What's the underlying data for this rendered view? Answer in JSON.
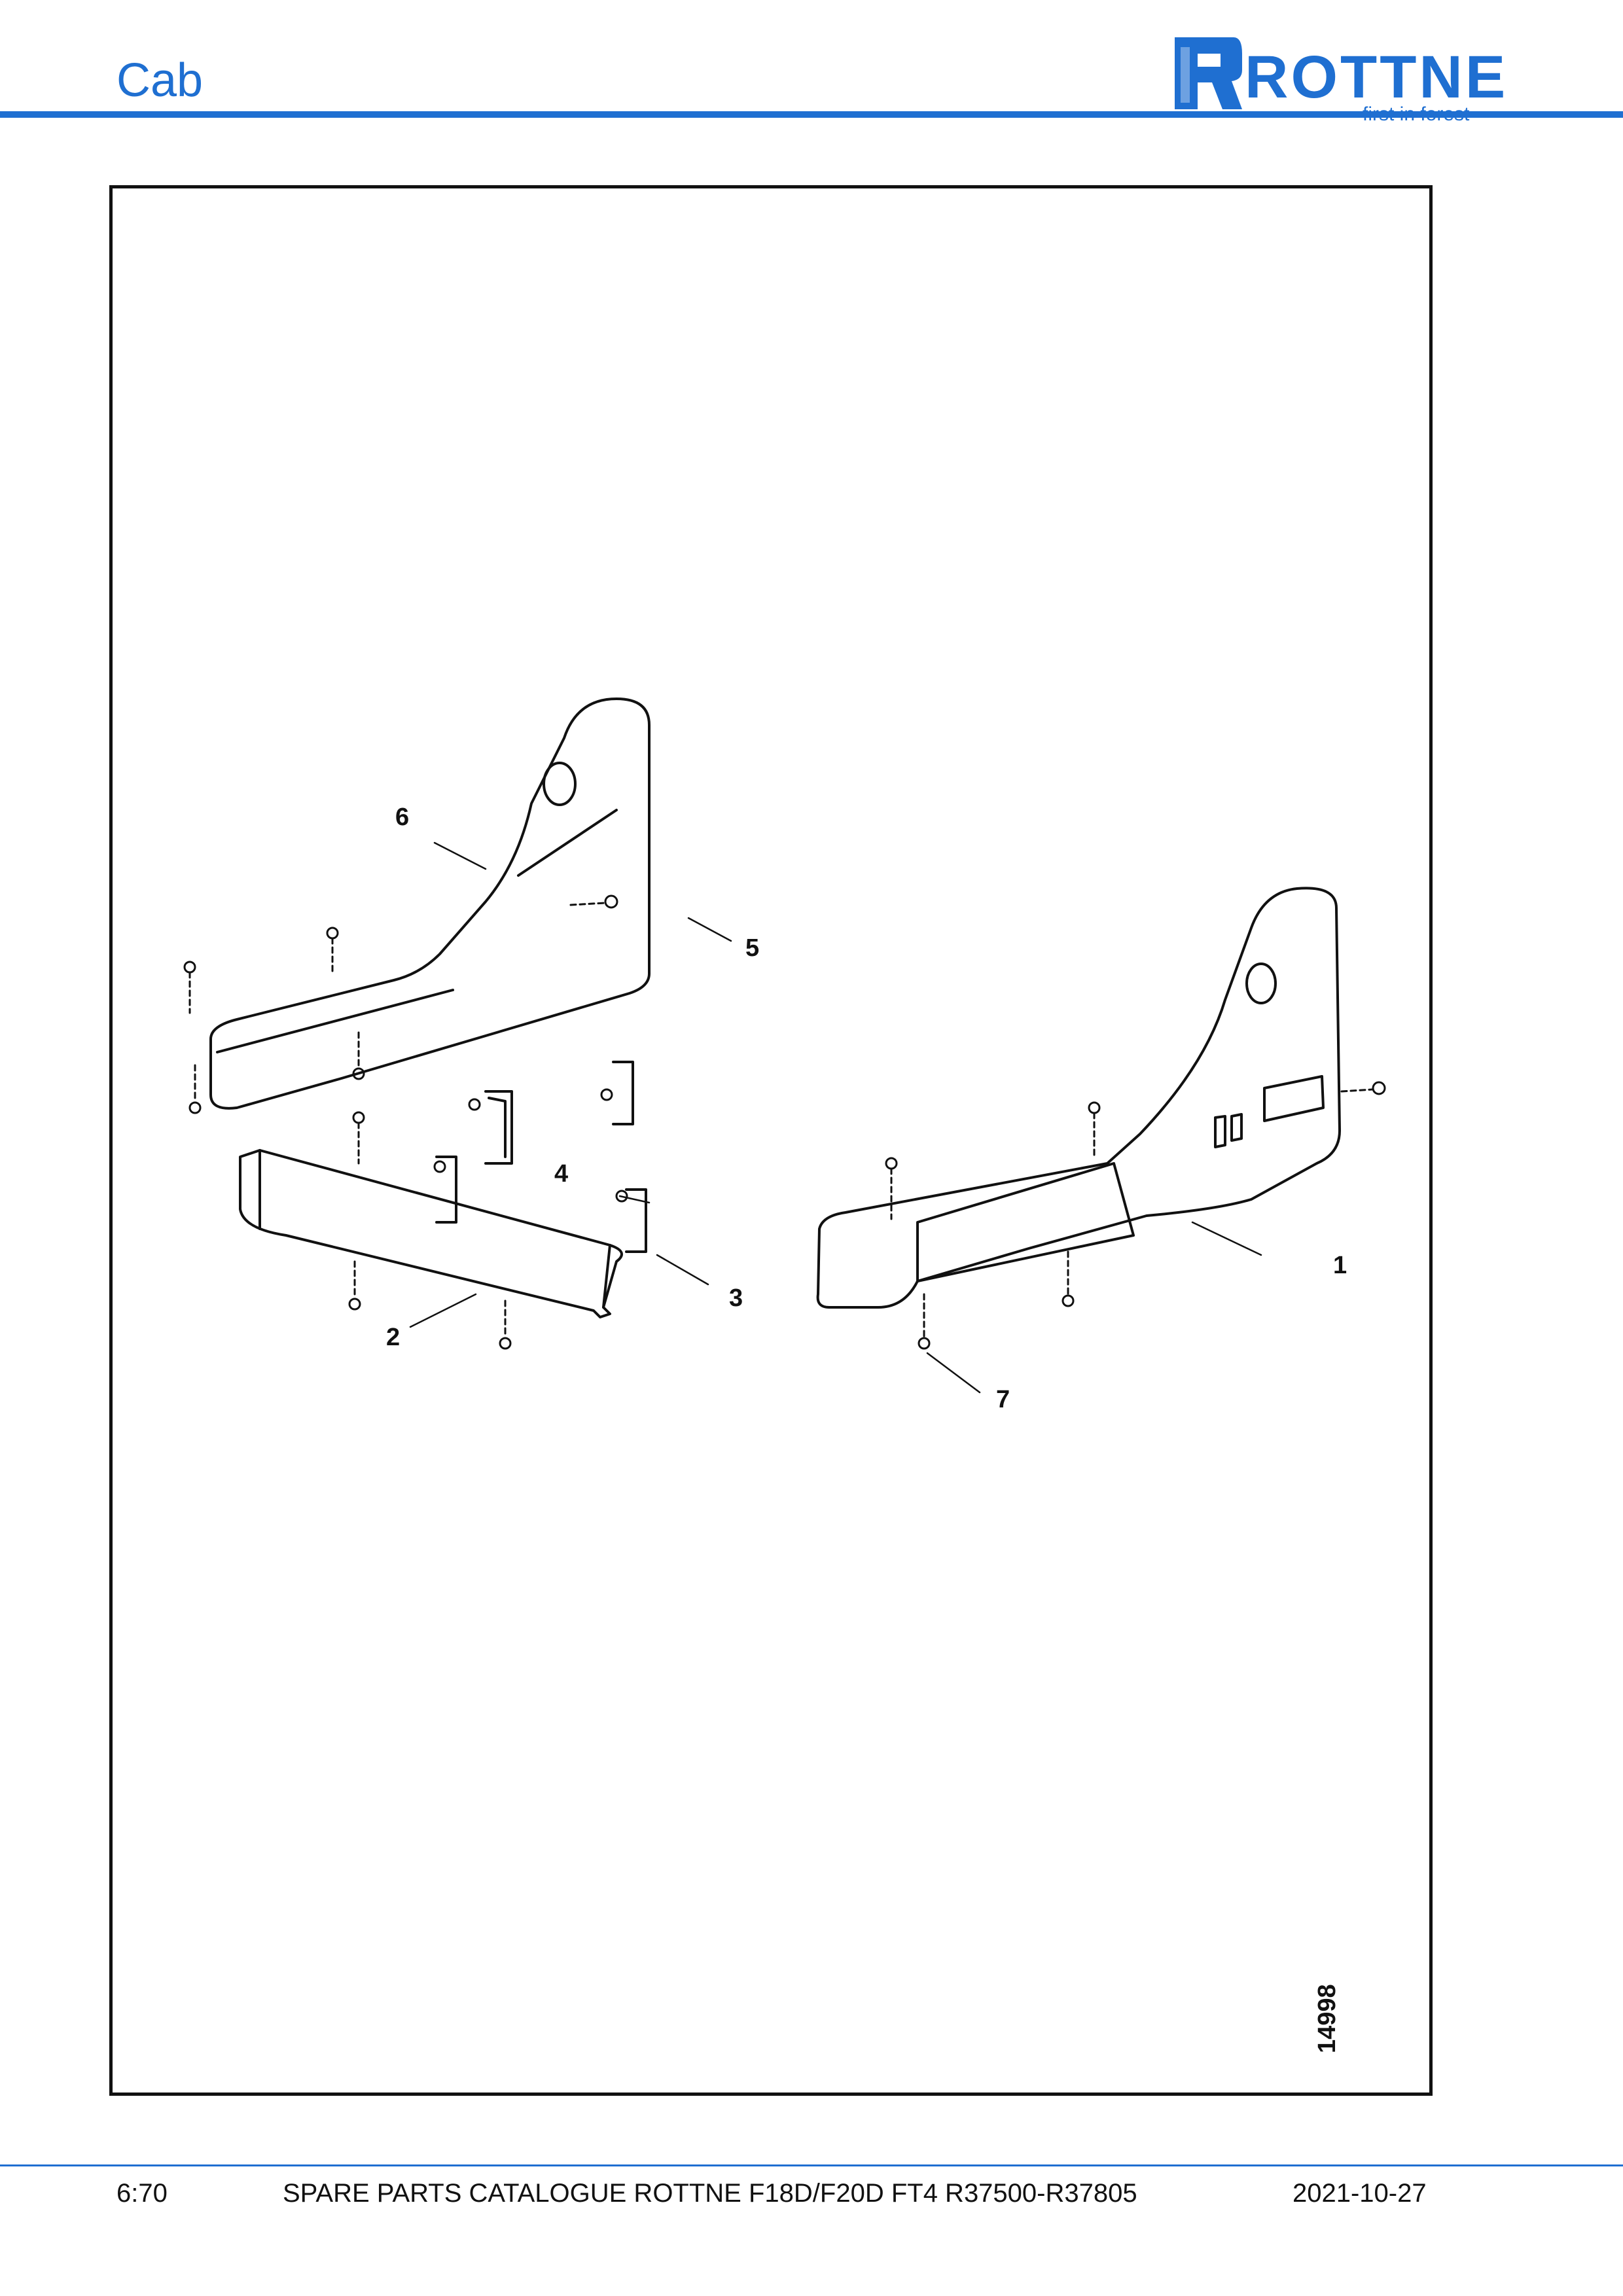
{
  "header": {
    "section_title": "Cab",
    "logo_word": "ROTTNE",
    "logo_tagline": "first in forest"
  },
  "colors": {
    "brand_blue": "#1f6fd1",
    "line": "#111111"
  },
  "drawing": {
    "drawing_number": "14998",
    "callouts": [
      "1",
      "2",
      "3",
      "4",
      "5",
      "6",
      "7"
    ]
  },
  "footer": {
    "page": "6:70",
    "catalogue": "SPARE PARTS CATALOGUE ROTTNE F18D/F20D FT4 R37500-R37805",
    "date": "2021-10-27"
  }
}
